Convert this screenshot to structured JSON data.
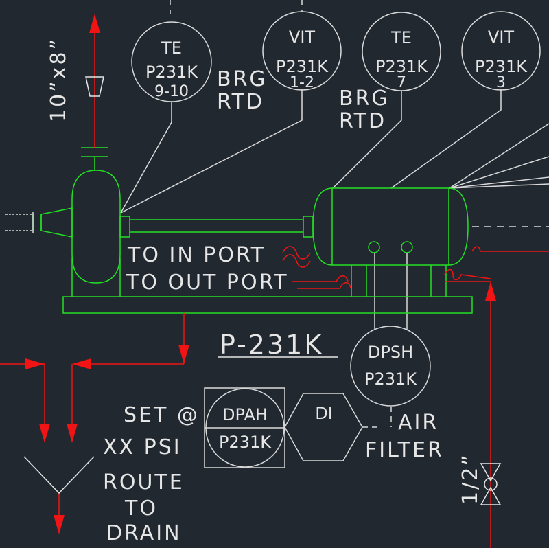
{
  "colors": {
    "background": "#212830",
    "equipment": "#24e024",
    "instrument": "#d9d9d9",
    "flow": "#f01414"
  },
  "instruments": [
    {
      "id": "te-9-10",
      "top": "TE",
      "mid": "P231K",
      "bot": "9-10"
    },
    {
      "id": "vit-1-2",
      "top": "VIT",
      "mid": "P231K",
      "bot": "1-2"
    },
    {
      "id": "te-7",
      "top": "TE",
      "mid": "P231K",
      "bot": "7"
    },
    {
      "id": "vit-3",
      "top": "VIT",
      "mid": "P231K",
      "bot": "3"
    },
    {
      "id": "dpsh",
      "top": "DPSH",
      "mid": "P231K"
    }
  ],
  "panel_instrument": {
    "top": "DPAH",
    "bot": "P231K"
  },
  "hex_instrument": {
    "label": "DI"
  },
  "labels": {
    "brg_rtd_1": [
      "BRG",
      "RTD"
    ],
    "brg_rtd_2": [
      "BRG",
      "RTD"
    ],
    "to_in_port": "TO IN PORT",
    "to_out_port": "TO OUT PORT",
    "tag": "P-231K",
    "set_line1": "SET @",
    "set_line2": "XX PSI",
    "route": [
      "ROUTE",
      "TO",
      "DRAIN"
    ],
    "air_filter": [
      "AIR",
      "FILTER"
    ],
    "pipe_size_main": "10”x8”",
    "pipe_size_small": "1/2”"
  }
}
